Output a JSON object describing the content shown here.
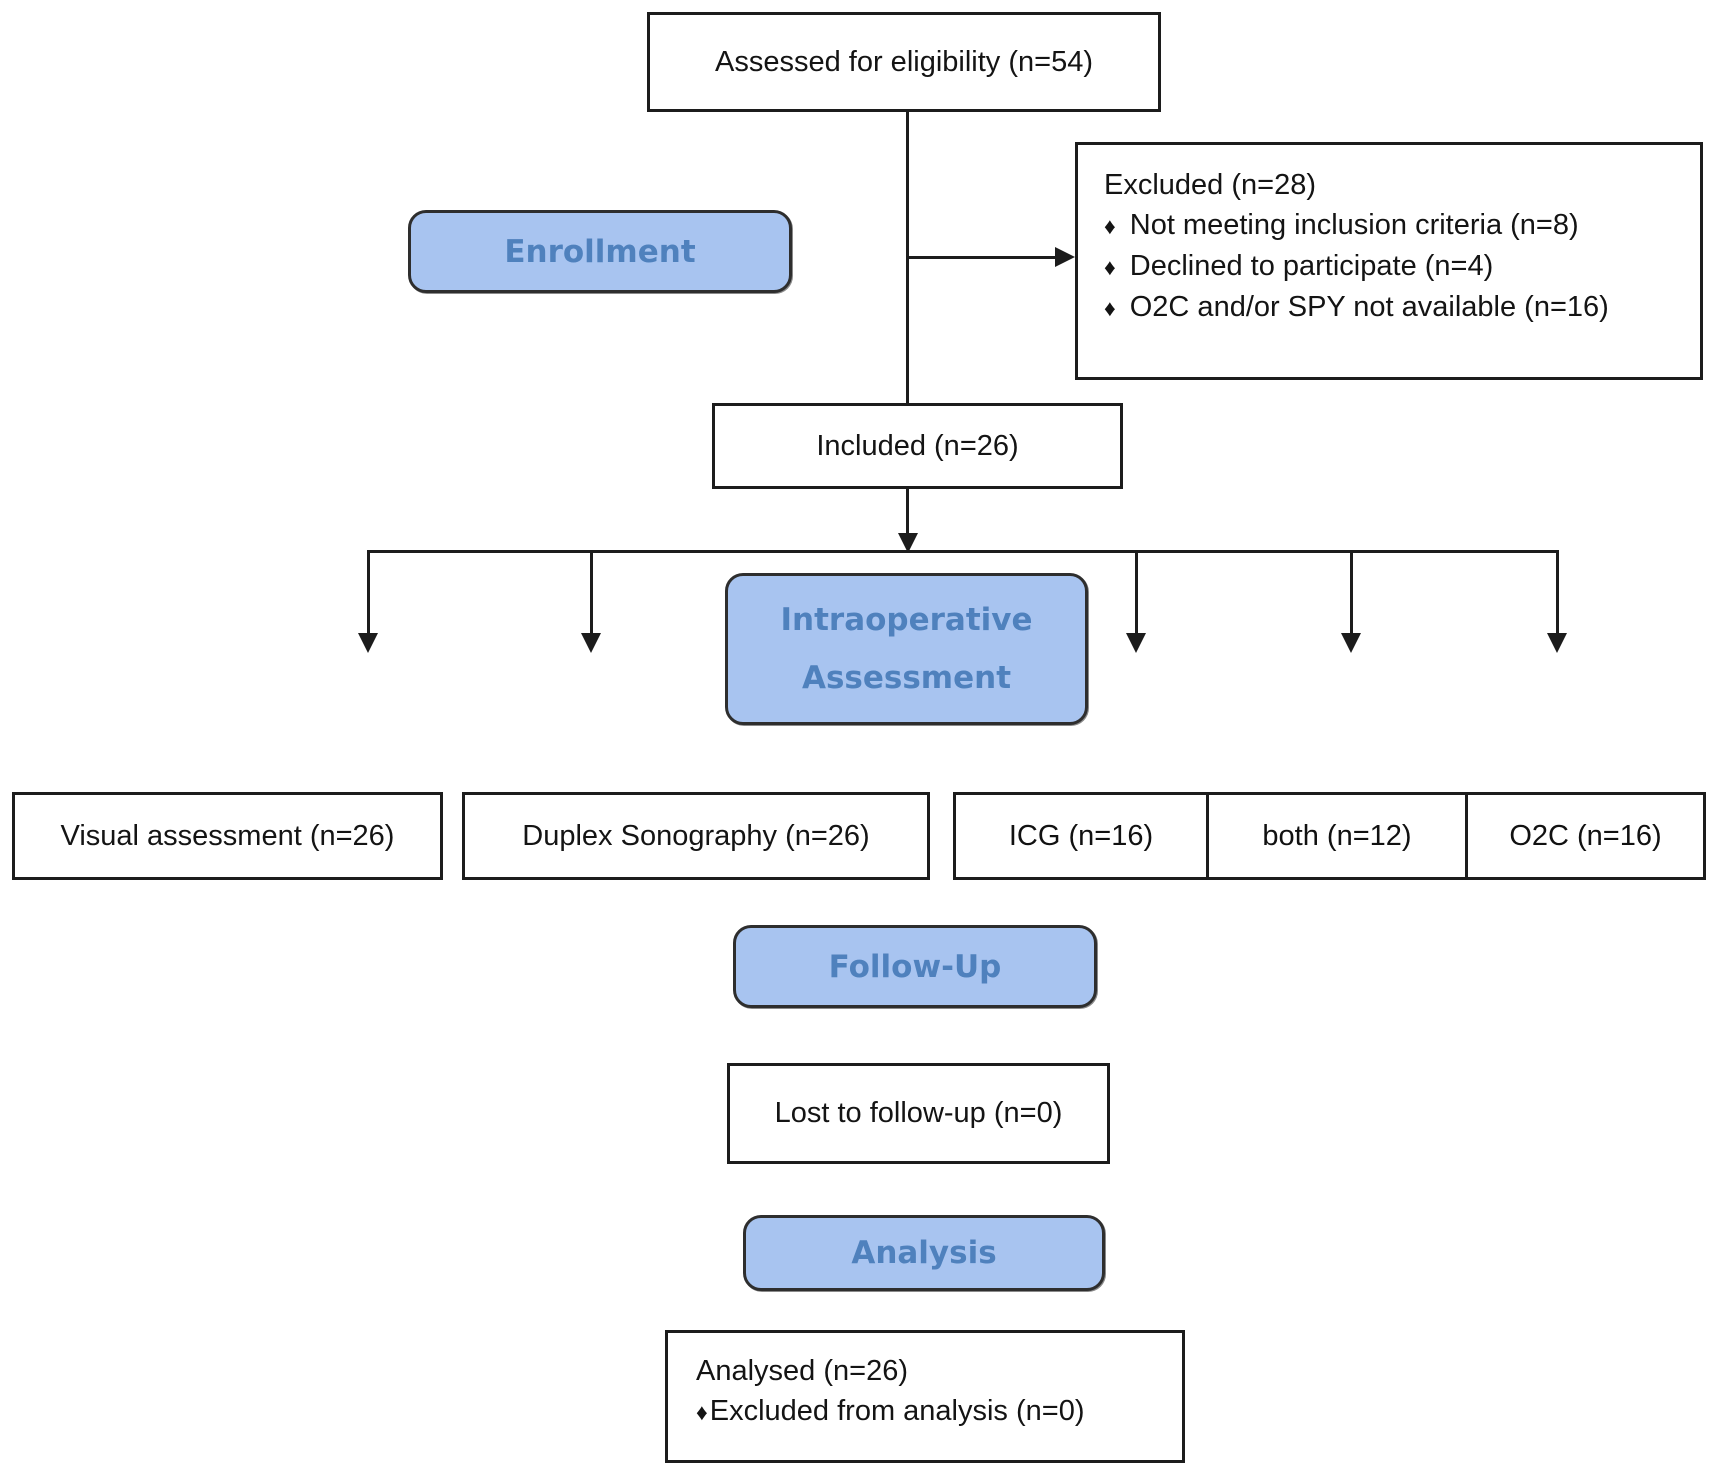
{
  "diagram": {
    "assessed": "Assessed for eligibility (n=54)",
    "enrollment": "Enrollment",
    "excluded": {
      "title": "Excluded (n=28)",
      "bullet": "♦",
      "items": [
        "Not meeting inclusion criteria (n=8)",
        "Declined to participate (n=4)",
        "O2C and/or SPY not available (n=16)"
      ]
    },
    "included": "Included (n=26)",
    "intraoperative": {
      "line1": "Intraoperative",
      "line2": "Assessment"
    },
    "arms": [
      "Visual assessment (n=26)",
      "Duplex Sonography (n=26)",
      "ICG (n=16)",
      "both (n=12)",
      "O2C (n=16)"
    ],
    "followup": "Follow-Up",
    "lost": "Lost to follow-up (n=0)",
    "analysis": "Analysis",
    "analysed": {
      "title": "Analysed (n=26)",
      "bullet": "♦",
      "items": [
        "Excluded from analysis (n=0)"
      ]
    },
    "colors": {
      "stage_fill": "#a8c4f0",
      "stage_text": "#4f81bd",
      "line": "#1c1c1c"
    }
  }
}
